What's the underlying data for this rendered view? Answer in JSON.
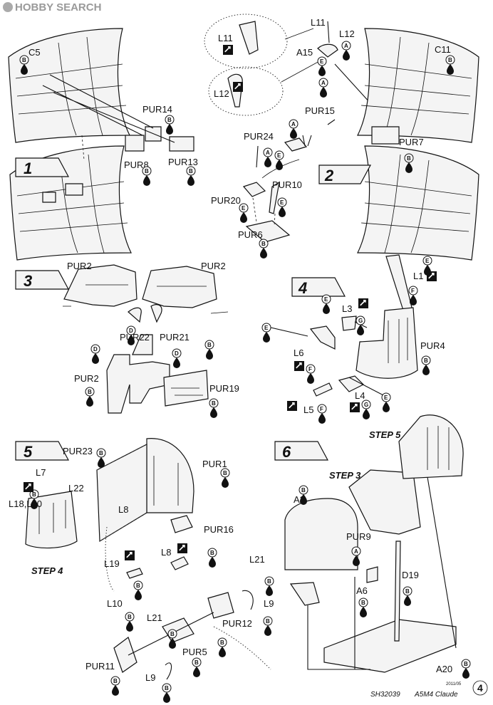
{
  "watermark": "HOBBY SEARCH",
  "steps": [
    {
      "number": "1",
      "labels": [
        "C5",
        "PUR14",
        "PUR8",
        "PUR13"
      ]
    },
    {
      "number": "2",
      "labels": [
        "L11",
        "L11",
        "L12",
        "A15",
        "L12",
        "C11",
        "PUR15",
        "PUR24",
        "PUR7",
        "PUR10",
        "PUR20",
        "PUR6"
      ]
    },
    {
      "number": "3",
      "labels": [
        "PUR2",
        "PUR2",
        "PUR22",
        "PUR21",
        "PUR2",
        "PUR19"
      ]
    },
    {
      "number": "4",
      "labels": [
        "L1",
        "L3",
        "L6",
        "L4",
        "L5",
        "PUR4"
      ]
    },
    {
      "number": "5",
      "labels": [
        "PUR23",
        "PUR1",
        "L7",
        "L22",
        "L18,L10",
        "L8",
        "PUR16",
        "L8",
        "L19",
        "L10",
        "L21",
        "L9",
        "L21",
        "PUR12",
        "PUR5",
        "PUR11",
        "L9"
      ],
      "sublabel": "STEP 4"
    },
    {
      "number": "6",
      "labels": [
        "A2",
        "PUR9",
        "A6",
        "D19",
        "A20"
      ],
      "sublabels": [
        "STEP 5",
        "STEP 3"
      ]
    }
  ],
  "paint_letters": [
    "A",
    "B",
    "D",
    "E",
    "F",
    "G"
  ],
  "footer": {
    "code": "SH32039",
    "date": "2011/05",
    "title": "A5M4 Claude",
    "page": "4"
  }
}
